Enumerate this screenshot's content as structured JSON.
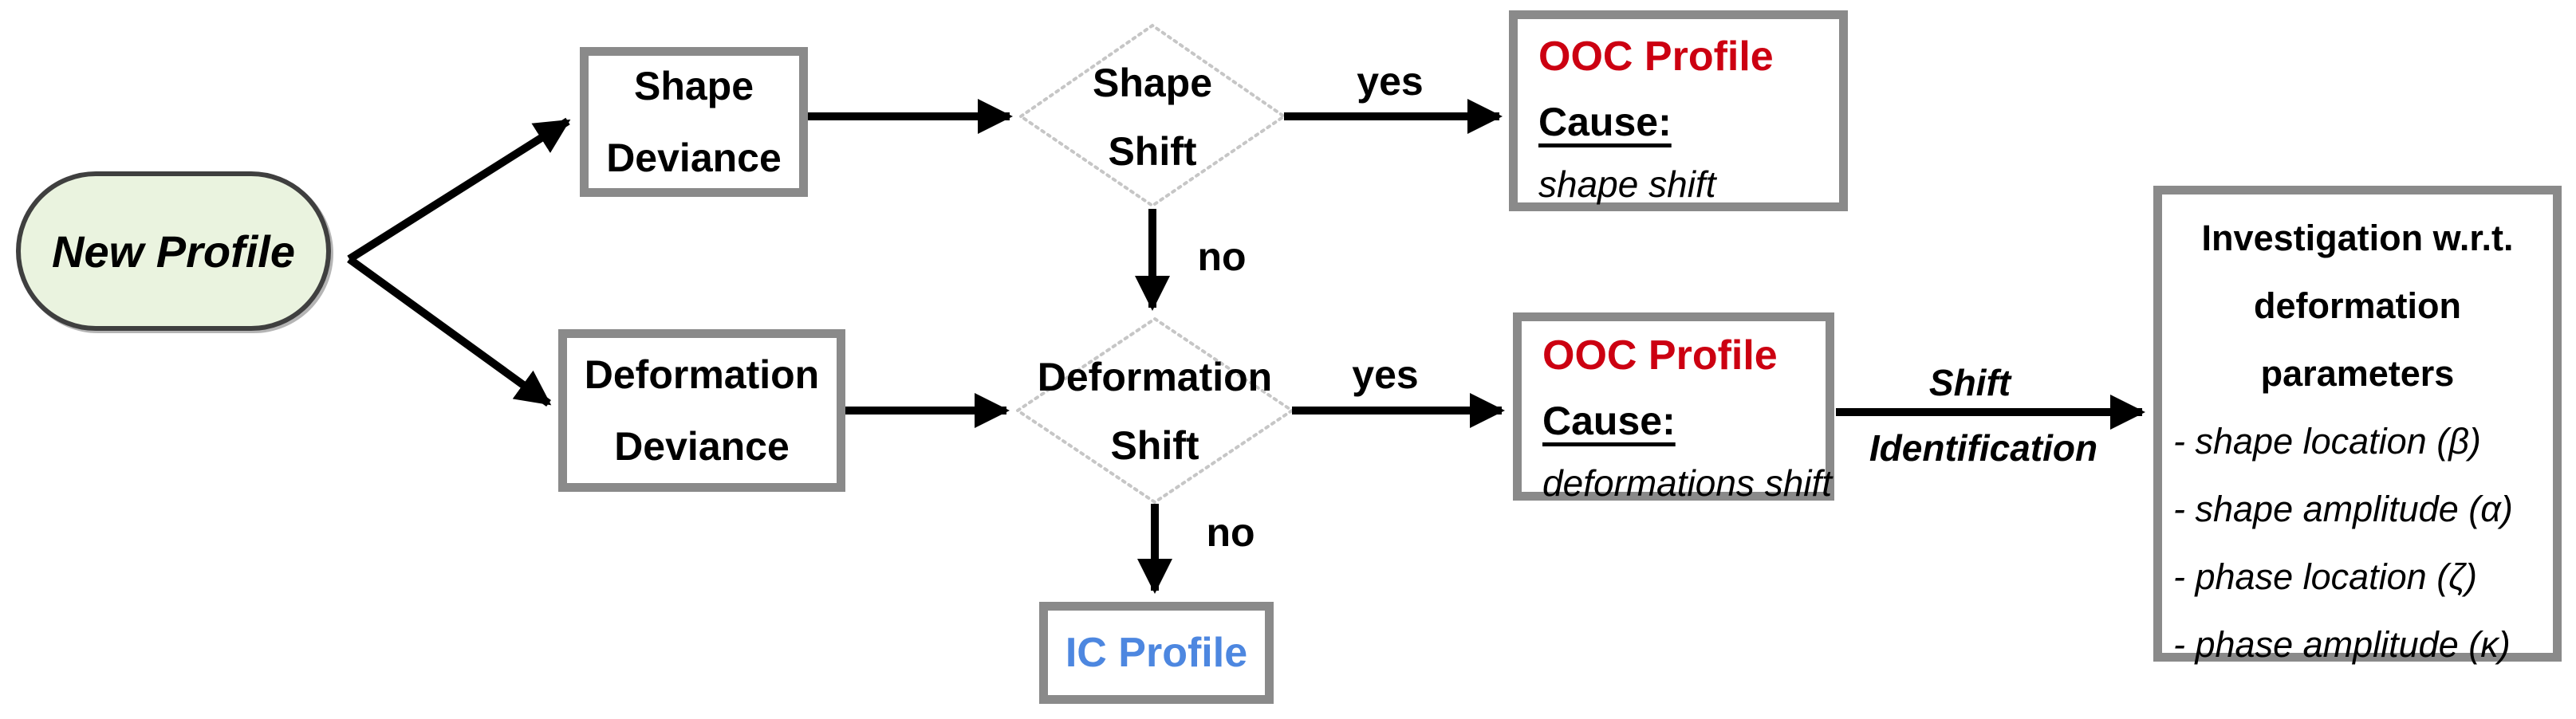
{
  "diagram": {
    "colors": {
      "arrow": "#000000",
      "box_border": "#8a8a8a",
      "diamond_border": "#c6c6c6",
      "ooc_red": "#cc0011",
      "ic_blue": "#4d87e0",
      "start_fill": "#eaf3df",
      "start_border": "#3f3f3f"
    },
    "nodes": {
      "start": {
        "label": "New Profile"
      },
      "shape_deviance": {
        "line1": "Shape",
        "line2": "Deviance"
      },
      "deformation_deviance": {
        "line1": "Deformation",
        "line2": "Deviance"
      },
      "shape_shift": {
        "line1": "Shape",
        "line2": "Shift"
      },
      "deformation_shift": {
        "line1": "Deformation",
        "line2": "Shift"
      },
      "ooc_shape": {
        "title": "OOC Profile",
        "cause_label": "Cause:",
        "cause_value": "shape shift"
      },
      "ooc_deformation": {
        "title": "OOC Profile",
        "cause_label": "Cause:",
        "cause_value": "deformations shift"
      },
      "ic_profile": {
        "label": "IC Profile"
      },
      "investigation": {
        "line1": "Investigation w.r.t.",
        "line2": "deformation",
        "line3": "parameters",
        "items": [
          "- shape location (β)",
          "- shape amplitude (α)",
          "- phase location (ζ)",
          "- phase amplitude (κ)"
        ]
      }
    },
    "edge_labels": {
      "yes_shape": "yes",
      "no_shape": "no",
      "yes_deformation": "yes",
      "no_deformation": "no",
      "shift_line1": "Shift",
      "shift_line2": "Identification"
    }
  }
}
